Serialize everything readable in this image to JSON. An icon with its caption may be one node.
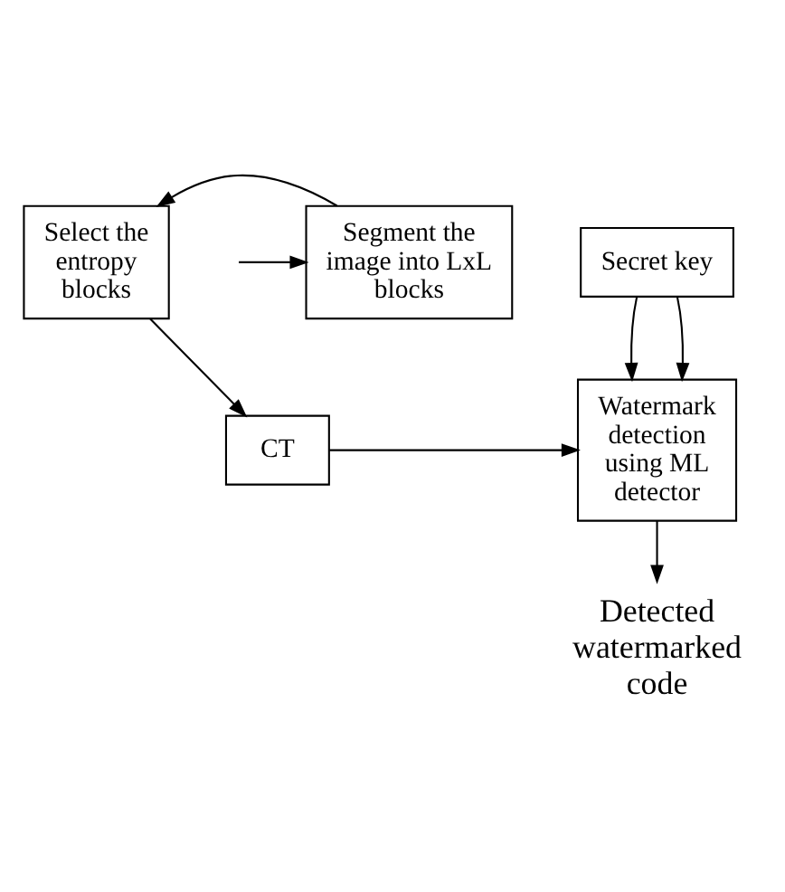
{
  "diagram": {
    "nodes": [
      {
        "text": [
          "Secret key"
        ]
      },
      {
        "text": [
          "Segment the image into LxL blocks"
        ]
      },
      {
        "text": [
          "Select the entropy blocks"
        ]
      },
      {
        "text": [
          "CT"
        ]
      },
      {
        "text": [
          "Watermark detection using ML detector"
        ]
      },
      {
        "text": [
          "Detected watermarked code"
        ]
      }
    ],
    "edges": [
      {
        "from": 0,
        "to": 4,
        "arrow": "to"
      },
      {
        "from": 0,
        "to": 4,
        "arrow": "to"
      },
      {
        "from": null,
        "to": 1,
        "arrow": "to"
      },
      {
        "from": 1,
        "to": 2,
        "arrow": "to"
      },
      {
        "from": 2,
        "to": 3,
        "arrow": "to"
      },
      {
        "from": 3,
        "to": 4,
        "arrow": "to"
      },
      {
        "from": 4,
        "to": 5,
        "arrow": "to"
      }
    ]
  }
}
